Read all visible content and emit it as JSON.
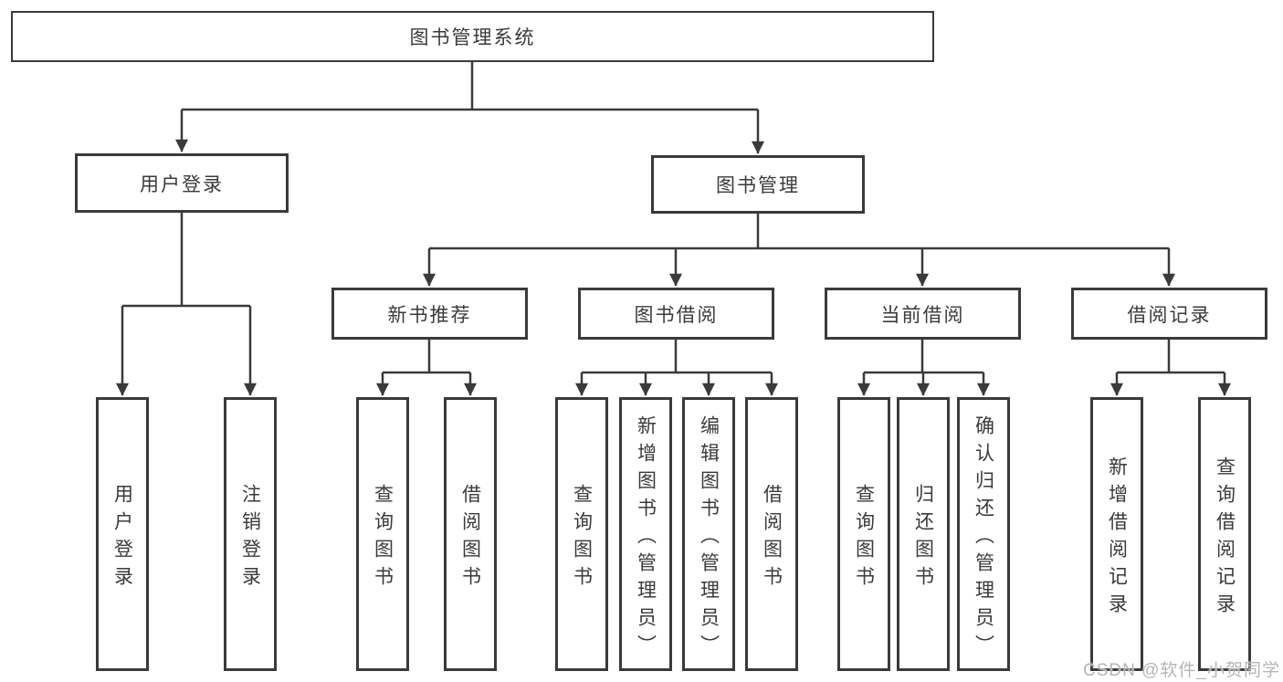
{
  "diagram": {
    "root": {
      "label": "图书管理系统"
    },
    "branches": [
      {
        "label": "用户登录",
        "leaves": [
          {
            "label": "用户登录"
          },
          {
            "label": "注销登录"
          }
        ]
      },
      {
        "label": "图书管理",
        "sections": [
          {
            "label": "新书推荐",
            "leaves": [
              {
                "label": "查询图书"
              },
              {
                "label": "借阅图书"
              }
            ]
          },
          {
            "label": "图书借阅",
            "leaves": [
              {
                "label": "查询图书"
              },
              {
                "label": "新增图书（管理员）"
              },
              {
                "label": "编辑图书（管理员）"
              },
              {
                "label": "借阅图书"
              }
            ]
          },
          {
            "label": "当前借阅",
            "leaves": [
              {
                "label": "查询图书"
              },
              {
                "label": "归还图书"
              },
              {
                "label": "确认归还（管理员）"
              }
            ]
          },
          {
            "label": "借阅记录",
            "leaves": [
              {
                "label": "新增借阅记录"
              },
              {
                "label": "查询借阅记录"
              }
            ]
          }
        ]
      }
    ]
  },
  "watermark": "CSDN @软件_小贺同学",
  "colors": {
    "line": "#3a3a3a",
    "text": "#3a3a3a",
    "watermark": "#b5b5b5",
    "background": "#ffffff"
  }
}
